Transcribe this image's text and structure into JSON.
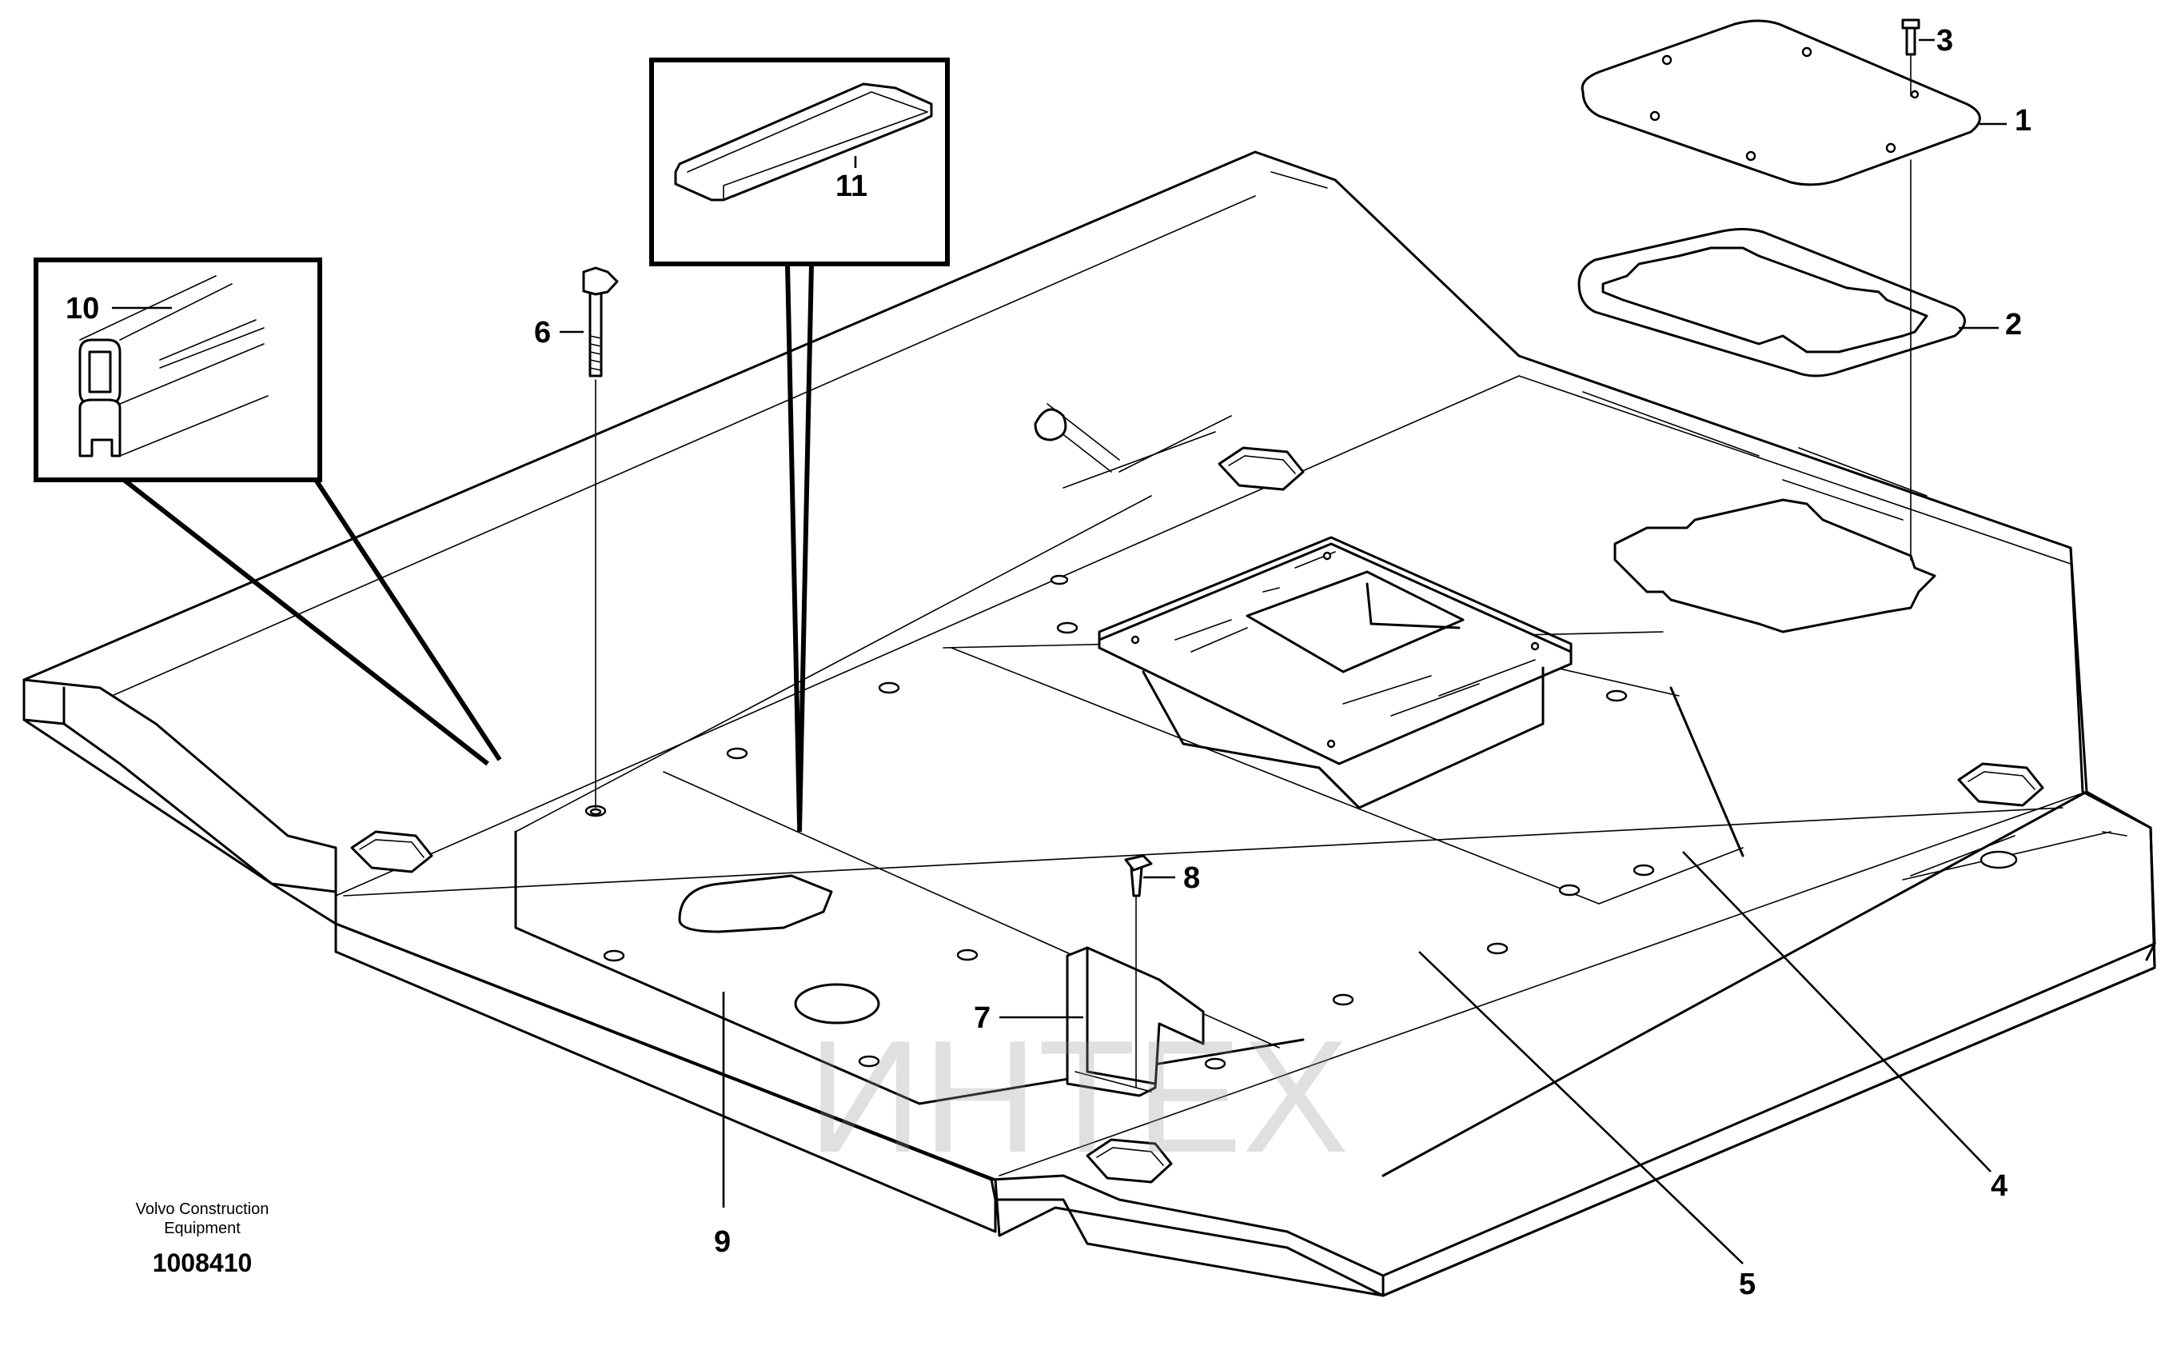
{
  "credit": {
    "line1": "Volvo Construction",
    "line2": "Equipment",
    "doc_number": "1008410"
  },
  "watermark": {
    "text": "ИНТЕХ",
    "gear_color": "#f26b6b"
  },
  "callouts": [
    {
      "id": "1",
      "label": "1"
    },
    {
      "id": "2",
      "label": "2"
    },
    {
      "id": "3",
      "label": "3"
    },
    {
      "id": "4",
      "label": "4"
    },
    {
      "id": "5",
      "label": "5"
    },
    {
      "id": "6",
      "label": "6"
    },
    {
      "id": "7",
      "label": "7"
    },
    {
      "id": "8",
      "label": "8"
    },
    {
      "id": "9",
      "label": "9"
    },
    {
      "id": "10",
      "label": "10"
    },
    {
      "id": "11",
      "label": "11"
    }
  ]
}
